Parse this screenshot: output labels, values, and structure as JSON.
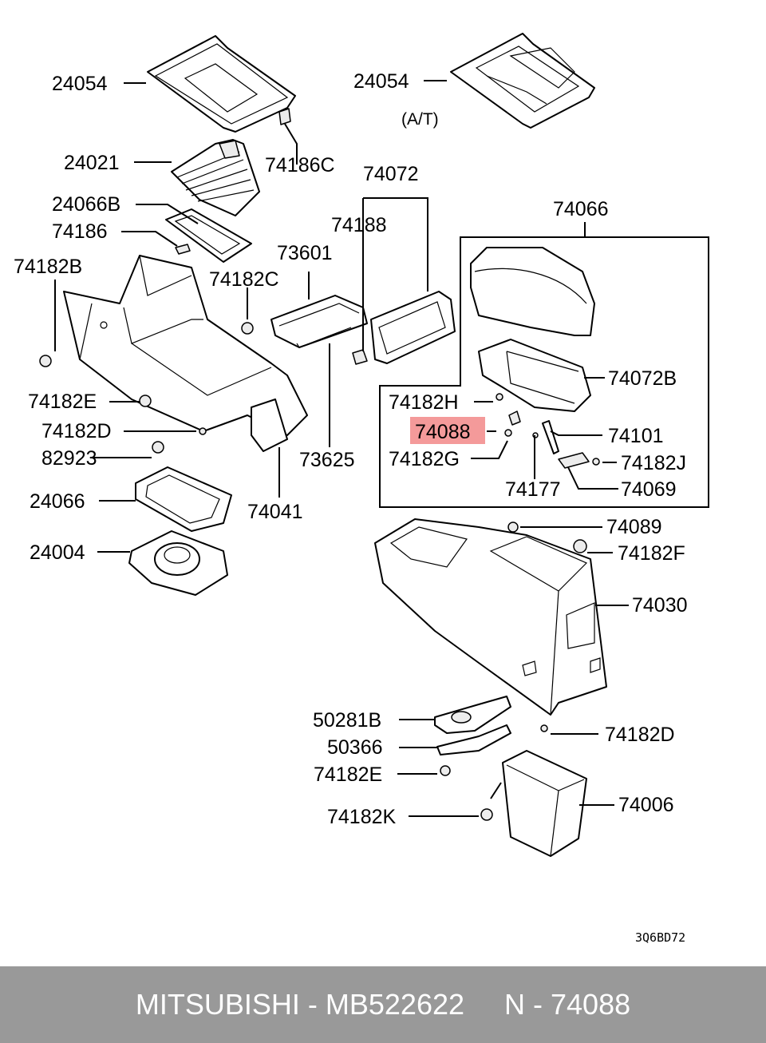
{
  "diagram": {
    "labels": {
      "l24054a": "24054",
      "l24054b": "24054",
      "at_note": "(A/T)",
      "l24021": "24021",
      "l74186c": "74186C",
      "l24066b": "24066B",
      "l74186": "74186",
      "l74072": "74072",
      "l74188": "74188",
      "l74066": "74066",
      "l73601": "73601",
      "l74182b": "74182B",
      "l74182c": "74182C",
      "l74072b": "74072B",
      "l74182h": "74182H",
      "l74088": "74088",
      "l74101": "74101",
      "l74182g": "74182G",
      "l74182j": "74182J",
      "l74182e_a": "74182E",
      "l74182d_a": "74182D",
      "l82923": "82923",
      "l73625": "73625",
      "l74177": "74177",
      "l74069": "74069",
      "l24066": "24066",
      "l74041": "74041",
      "l74089": "74089",
      "l24004": "24004",
      "l74182f": "74182F",
      "l74030": "74030",
      "l50281b": "50281B",
      "l74182d_b": "74182D",
      "l50366": "50366",
      "l74182e_b": "74182E",
      "l74006": "74006",
      "l74182k": "74182K",
      "code": "3Q6BD72"
    },
    "highlight_color": "#f49a9a"
  },
  "footer": {
    "text": "MITSUBISHI - MB522622     N - 74088"
  }
}
